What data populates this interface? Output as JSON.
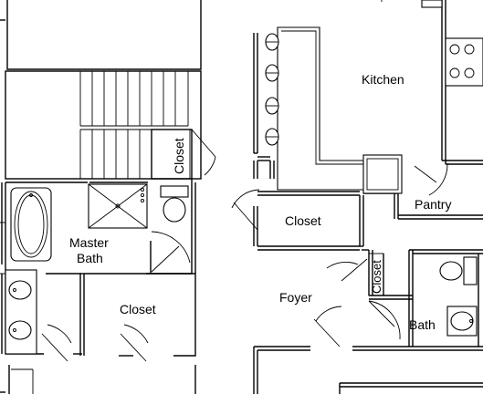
{
  "rooms": {
    "kitchen": "Kitchen",
    "closet_vertical_upper": "Closet",
    "closet_kitchen": "Closet",
    "pantry": "Pantry",
    "master_bath_line1": "Master",
    "master_bath_line2": "Bath",
    "closet_lower_left": "Closet",
    "foyer": "Foyer",
    "closet_vertical_foyer": "Closet",
    "bath": "Bath"
  }
}
